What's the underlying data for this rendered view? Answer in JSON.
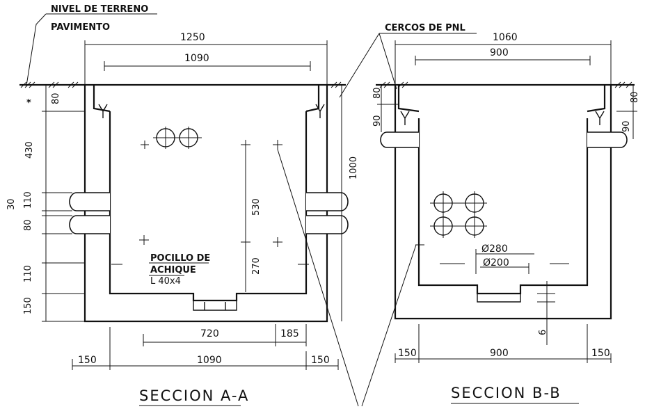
{
  "labels": {
    "ground_level": "NIVEL DE TERRENO",
    "pavement": "PAVIMENTO",
    "pnl_frames": "CERCOS DE PNL",
    "sump": "POCILLO DE ACHIQUE",
    "sump_line1": "POCILLO DE",
    "sump_line2": "ACHIQUE",
    "sump_line3": "L 40x4",
    "asterisk": "*"
  },
  "titles": {
    "section_a": "SECCION A-A",
    "section_b": "SECCION B-B"
  },
  "dims_a": {
    "overall_width": "1250",
    "inner_width_top": "1090",
    "depth_80": "80",
    "depth_430": "430",
    "pipe_110": "110",
    "pipe_80": "80",
    "spacing_30": "30",
    "depth_110b": "110",
    "base_150": "150",
    "total_depth": "1000",
    "holes_530": "530",
    "holes_270": "270",
    "bottom_720": "720",
    "bottom_185": "185",
    "wall_left": "150",
    "inner_bottom": "1090",
    "wall_right": "150"
  },
  "dims_b": {
    "overall_width": "1060",
    "inner_width_top": "900",
    "top_80": "80",
    "top_90": "90",
    "right_80": "80",
    "right_90": "90",
    "dia_280": "Ø280",
    "dia_200": "Ø200",
    "small_6": "6",
    "wall_left": "150",
    "inner_bottom": "900",
    "wall_right": "150"
  }
}
